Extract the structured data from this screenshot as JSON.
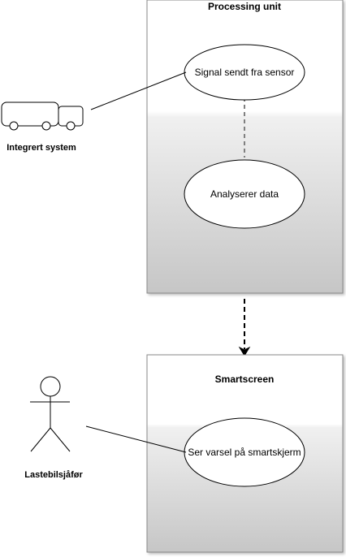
{
  "boxes": {
    "processing_unit": {
      "title": "Processing unit"
    },
    "smartscreen": {
      "title": "Smartscreen"
    }
  },
  "use_cases": {
    "signal": "Signal sendt fra sensor",
    "analyze": "Analyserer data",
    "alert": "Ser varsel på smartskjerm"
  },
  "actors": {
    "system": {
      "label": "Integrert system",
      "icon": "truck-icon"
    },
    "driver": {
      "label": "Lastebilsjåfør",
      "icon": "stick-figure-icon"
    }
  },
  "colors": {
    "box_fill_top": "#ffffff",
    "box_fill_bottom": "#c8c8c8",
    "box_stroke": "#8a8a8a",
    "line": "#000000",
    "dashed_connector": "#808080"
  }
}
